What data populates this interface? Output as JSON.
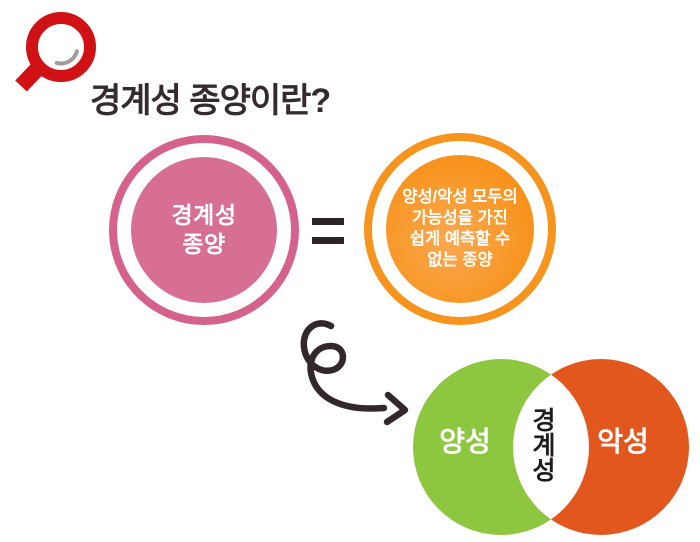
{
  "page": {
    "background": "#ffffff"
  },
  "header": {
    "title": "경계성 종양이란?",
    "title_color": "#352b2b",
    "icon": {
      "name": "magnifier-icon",
      "color": "#d01217",
      "highlight_color": "#9d9d9d"
    }
  },
  "definition": {
    "term_circle": {
      "lines": [
        "경계성",
        "종양"
      ],
      "ring_color": "#d5628c",
      "fill_color": "#d76f94",
      "text_color": "#ffffff"
    },
    "equals_symbol": "=",
    "equals_color": "#2b2425",
    "meaning_circle": {
      "lines": [
        "양성/악성 모두의",
        "가능성을 가진",
        "쉽게 예측할 수",
        "없는 종양"
      ],
      "ring_color": "#f7941e",
      "fill_color": "#f79117",
      "fill_light": "#faa851",
      "text_color": "#ffffff"
    }
  },
  "arrow": {
    "name": "swirl-arrow",
    "color": "#32272a"
  },
  "venn": {
    "left_circle": {
      "label": "양성",
      "color": "#8dc63f",
      "text_color": "#ffffff"
    },
    "overlap": {
      "label": "경계성",
      "chars": [
        "경",
        "계",
        "성"
      ],
      "fill": "#ffffff",
      "text_color": "#201c1c"
    },
    "right_circle": {
      "label": "악성",
      "color": "#e2571d",
      "text_color": "#ffffff"
    }
  }
}
